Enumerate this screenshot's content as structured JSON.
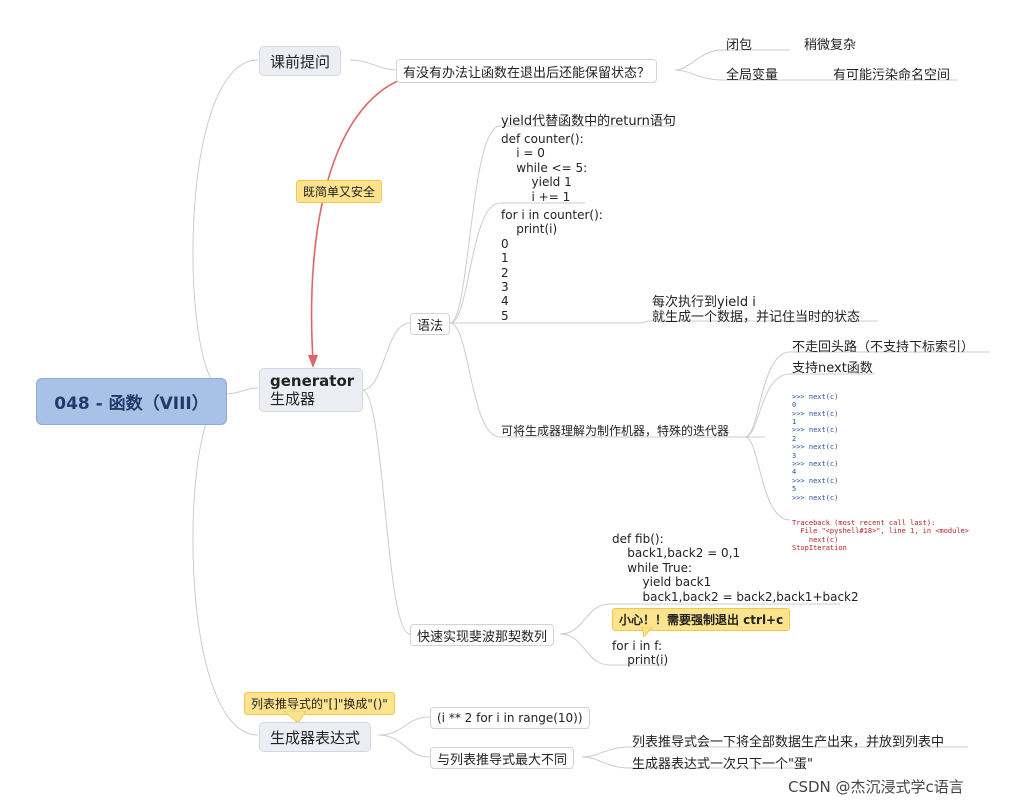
{
  "root": {
    "title": "048 - 函数（VIII）"
  },
  "b1": {
    "title": "课前提问",
    "question": "有没有办法让函数在退出后还能保留状态？",
    "options": [
      {
        "name": "闭包",
        "note": "稍微复杂"
      },
      {
        "name": "全局变量",
        "note": "有可能污染命名空间"
      }
    ]
  },
  "b2": {
    "title_en": "generator",
    "title_cn": "生成器",
    "arrow_label": "既简单又安全",
    "syntax": {
      "label": "语法",
      "desc": "yield代替函数中的return语句",
      "code1": "def counter():\n    i = 0\n    while <= 5:\n        yield 1\n        i += 1",
      "code2": "for i in counter():\n    print(i)\n0\n1\n2\n3\n4\n5",
      "note1": "每次执行到yield i",
      "note2": "就生成一个数据，并记住当时的状态",
      "machine": "可将生成器理解为制作机器，特殊的迭代器",
      "no_return": "不走回头路（不支持下标索引）",
      "support_next": "支持next函数",
      "console": [
        ">>> next(c)",
        "0",
        ">>> next(c)",
        "1",
        ">>> next(c)",
        "2",
        ">>> next(c)",
        "3",
        ">>> next(c)",
        "4",
        ">>> next(c)",
        "5",
        ">>> next(c)"
      ],
      "console_err": [
        "Traceback (most recent call last):",
        "  File \"<pyshell#18>\", line 1, in <module>",
        "    next(c)",
        "StopIteration"
      ]
    },
    "fib": {
      "label": "快速实现斐波那契数列",
      "code": "def fib():\n    back1,back2 = 0,1\n    while True:\n        yield back1\n        back1,back2 = back2,back1+back2",
      "warn": "小心！！需要强制退出 ctrl+c",
      "code2": "for i in f:\n    print(i)"
    }
  },
  "b3": {
    "title": "生成器表达式",
    "callout": "列表推导式的\"[]\"换成\"()\"",
    "expr": "(i ** 2 for i in range(10))",
    "diff": "与列表推导式最大不同",
    "diff1": "列表推导式会一下将全部数据生产出来，并放到列表中",
    "diff2": "生成器表达式一次只下一个\"蛋\""
  },
  "watermark": "CSDN @杰沉浸式学c语言"
}
